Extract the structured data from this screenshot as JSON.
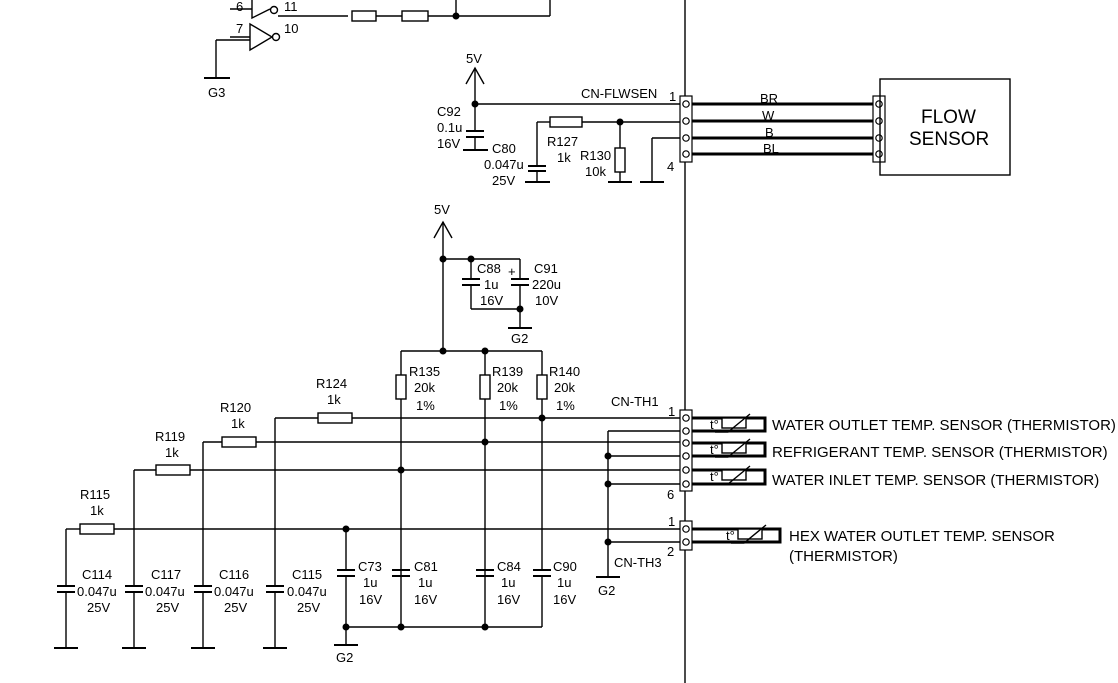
{
  "ic": {
    "pin6": "6",
    "pin7": "7",
    "pin11": "11",
    "pin10": "10",
    "gnd": "G3"
  },
  "power": {
    "v1": "5V",
    "v2": "5V"
  },
  "grounds": {
    "c91": "G2",
    "main": "G2",
    "right": "G2"
  },
  "flow": {
    "connector": "CN-FLWSEN",
    "pin_first": "1",
    "pin_last": "4",
    "wires": [
      "BR",
      "W",
      "B",
      "BL"
    ],
    "sensor_line1": "FLOW",
    "sensor_line2": "SENSOR",
    "c92": {
      "name": "C92",
      "val": "0.1u",
      "volt": "16V"
    },
    "c80": {
      "name": "C80",
      "val": "0.047u",
      "volt": "25V"
    },
    "r127": {
      "name": "R127",
      "val": "1k"
    },
    "r130": {
      "name": "R130",
      "val": "10k"
    }
  },
  "supply_caps": {
    "c88": {
      "name": "C88",
      "val": "1u",
      "volt": "16V"
    },
    "c91": {
      "name": "C91",
      "val": "220u",
      "volt": "10V",
      "pol": "+"
    }
  },
  "pullups": [
    {
      "name": "R135",
      "val": "20k",
      "tol": "1%"
    },
    {
      "name": "R139",
      "val": "20k",
      "tol": "1%"
    },
    {
      "name": "R140",
      "val": "20k",
      "tol": "1%"
    }
  ],
  "series_res": [
    {
      "name": "R124",
      "val": "1k"
    },
    {
      "name": "R120",
      "val": "1k"
    },
    {
      "name": "R119",
      "val": "1k"
    },
    {
      "name": "R115",
      "val": "1k"
    }
  ],
  "filter_caps": [
    {
      "name": "C114",
      "val": "0.047u",
      "volt": "25V"
    },
    {
      "name": "C117",
      "val": "0.047u",
      "volt": "25V"
    },
    {
      "name": "C116",
      "val": "0.047u",
      "volt": "25V"
    },
    {
      "name": "C115",
      "val": "0.047u",
      "volt": "25V"
    },
    {
      "name": "C73",
      "val": "1u",
      "volt": "16V"
    },
    {
      "name": "C81",
      "val": "1u",
      "volt": "16V"
    },
    {
      "name": "C84",
      "val": "1u",
      "volt": "16V"
    },
    {
      "name": "C90",
      "val": "1u",
      "volt": "16V"
    }
  ],
  "th1": {
    "connector": "CN-TH1",
    "pin_first": "1",
    "pin_last": "6",
    "sensors": [
      "WATER OUTLET TEMP. SENSOR (THERMISTOR)",
      "REFRIGERANT TEMP. SENSOR (THERMISTOR)",
      "WATER INLET TEMP. SENSOR (THERMISTOR)"
    ]
  },
  "th3": {
    "connector": "CN-TH3",
    "pin_first": "1",
    "pin_last": "2",
    "sensor_line1": "HEX WATER OUTLET TEMP. SENSOR",
    "sensor_line2": "(THERMISTOR)"
  },
  "thermistor_mark": "t°"
}
